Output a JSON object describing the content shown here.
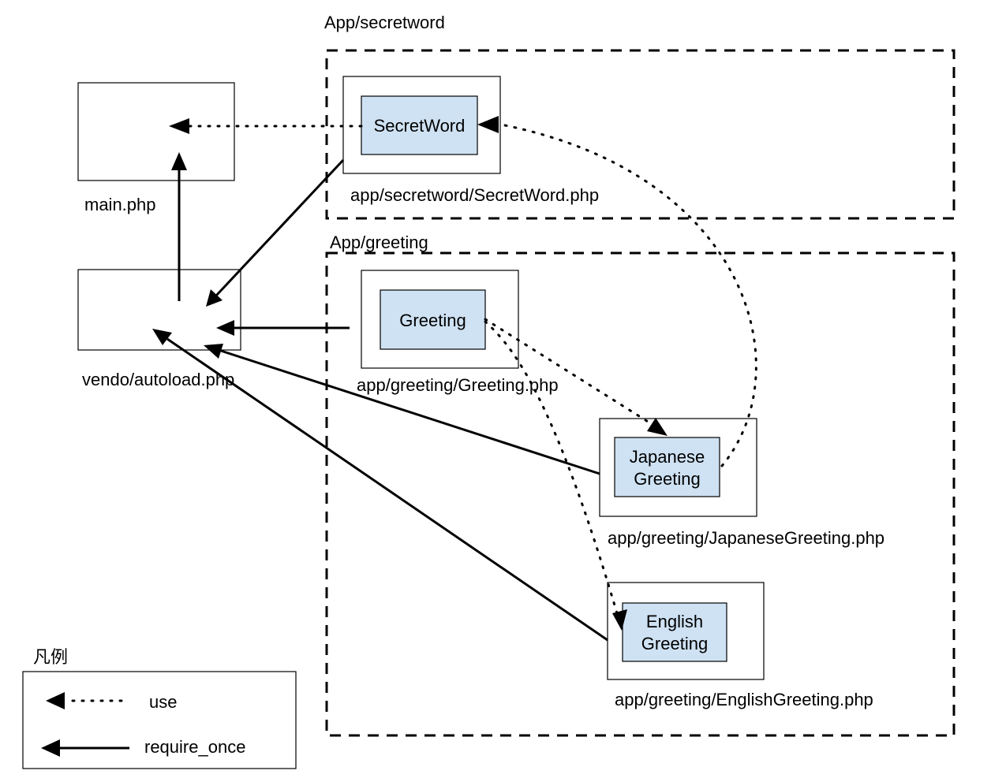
{
  "packages": {
    "secretword": "App/secretword",
    "greeting": "App/greeting"
  },
  "files": {
    "main": "main.php",
    "autoload": "vendo/autoload.php",
    "secretword": "app/secretword/SecretWord.php",
    "greeting": "app/greeting/Greeting.php",
    "japanese": "app/greeting/JapaneseGreeting.php",
    "english": "app/greeting/EnglishGreeting.php"
  },
  "classes": {
    "secretword": "SecretWord",
    "greeting": "Greeting",
    "japanese": [
      "Japanese",
      "Greeting"
    ],
    "english": [
      "English",
      "Greeting"
    ]
  },
  "legend": {
    "title": "凡例",
    "use": "use",
    "require_once": "require_once"
  },
  "colors": {
    "class_fill": "#cfe2f3",
    "line": "#000000"
  }
}
